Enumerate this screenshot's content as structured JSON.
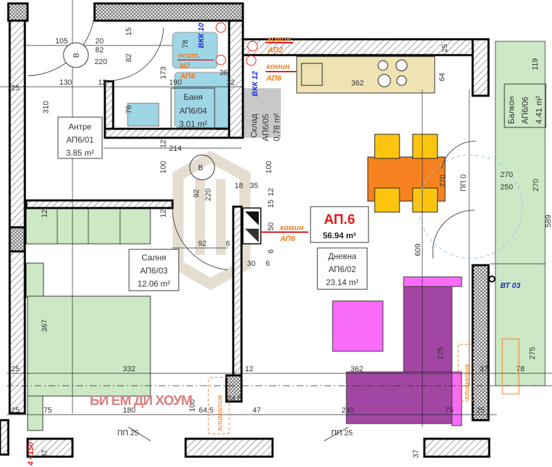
{
  "plan": {
    "apartment": {
      "name": "АП.6",
      "area": "56.94 m²"
    },
    "rooms": [
      {
        "name": "Антре",
        "code": "АП6/01",
        "area": "3.85 m²"
      },
      {
        "name": "Дневна",
        "code": "АП6/02",
        "area": "23.14 m²"
      },
      {
        "name": "Салня",
        "code": "АП6/03",
        "area": "12.06 m²"
      },
      {
        "name": "Баня",
        "code": "АП6/04",
        "area": "3.01 m²"
      },
      {
        "name": "Склад",
        "code": "АП6/05",
        "area": "0.78 m²"
      },
      {
        "name": "Балкон",
        "code": "АП6/06",
        "area": "4.41 m²"
      }
    ],
    "annotations": {
      "komin_ap2": [
        "комин",
        "АП2"
      ],
      "osit_m2": [
        "осит.",
        "М2",
        "АП6"
      ],
      "komin_ap6_top": [
        "комин",
        "АП6"
      ],
      "komin_ap6_mid": [
        "комин",
        "АП6"
      ],
      "vkk10": "ВКК 10",
      "vkk12": "ВКК 12",
      "klimatik": "климатик",
      "bt03": "ВТ 03",
      "door_b": "В",
      "pp25": "ПП 25",
      "pp0": "ПП 0",
      "limit": "4 <150",
      "watermark": "БИ ЕМ ДИ ХОУМ"
    },
    "dims": [
      "105",
      "20",
      "82",
      "220",
      "82",
      "15",
      "130",
      "12",
      "173",
      "190",
      "36",
      "12",
      "78",
      "25",
      "310",
      "76",
      "12",
      "214",
      "100",
      "92",
      "220",
      "18",
      "35",
      "12",
      "15",
      "50",
      "6",
      "92",
      "6",
      "30",
      "6",
      "12",
      "12",
      "367",
      "332",
      "25",
      "12",
      "362",
      "37",
      "78",
      "275",
      "275",
      "25",
      "75",
      "180",
      "64.5",
      "24.5",
      "100",
      "47",
      "240",
      "75",
      "25",
      "37",
      "37",
      "609",
      "270",
      "250",
      "270",
      "270",
      "119",
      "589",
      "64",
      "25",
      "362",
      "100"
    ]
  },
  "colors": {
    "wet": "#9fd6e6",
    "green": "#cce8c4",
    "kitchen": "#efe3b4",
    "table": "#f6821f",
    "chair": "#fcc40e",
    "sofa": "#a147a3",
    "pink": "#f96cf9",
    "storage": "#c8c8c8",
    "annotation": "#f47a20",
    "red": "#e21b1b",
    "blue": "#1a2bd6"
  }
}
